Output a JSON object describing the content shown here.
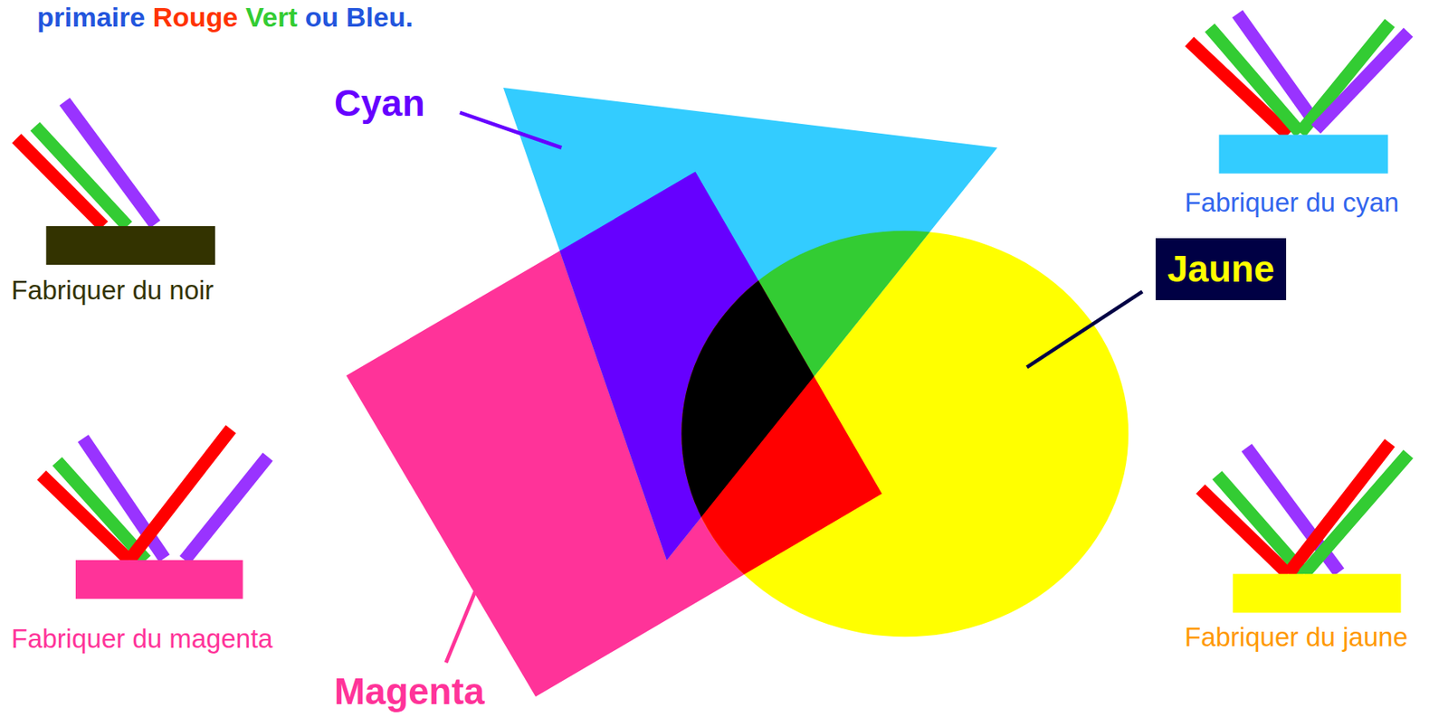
{
  "diagram": {
    "nodes": [
      {
        "text": [
          "Jaune"
        ]
      }
    ],
    "labels": [
      "primaire",
      "Rouge",
      "Vert",
      "ou Bleu.",
      "Cyan",
      "Fabriquer du cyan",
      "Fabriquer du noir",
      "Fabriquer du magenta",
      "Fabriquer du jaune",
      "Magenta"
    ]
  }
}
